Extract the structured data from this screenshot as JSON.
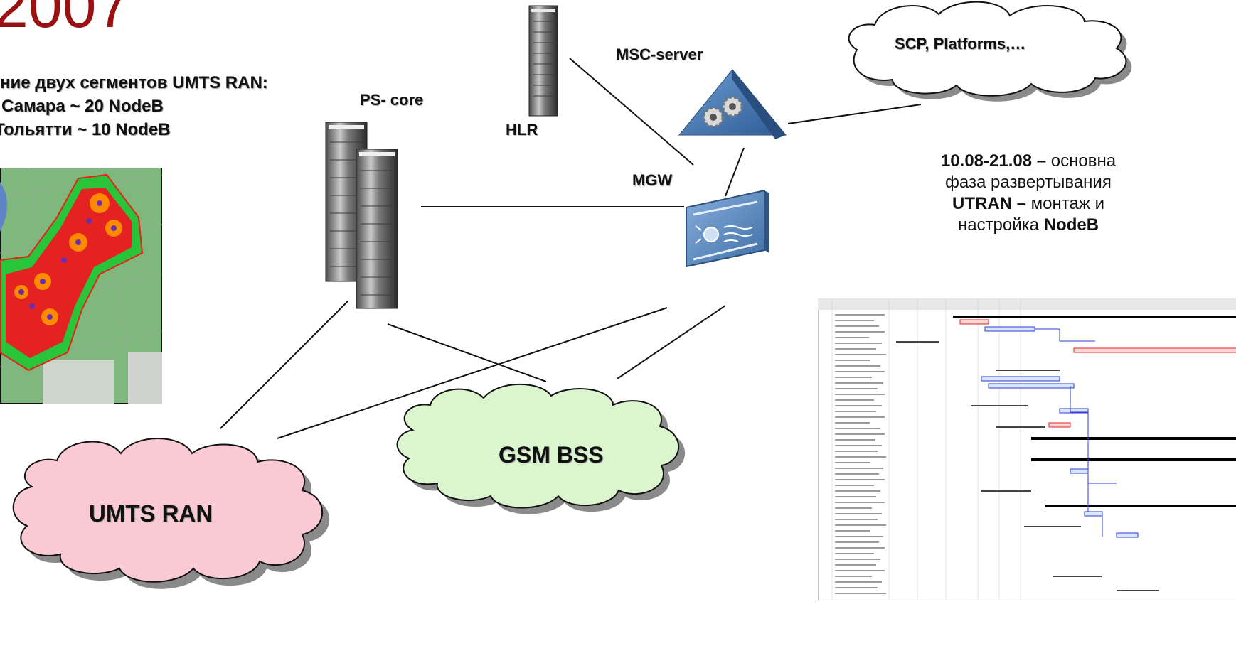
{
  "title": "2007",
  "info": {
    "line1": "ние двух сегментов UMTS RAN:",
    "line2": "Самара ~ 20 NodeB",
    "line3": "Тольятти ~ 10 NodeB"
  },
  "nodes": {
    "ps_core": "PS- core",
    "hlr": "HLR",
    "msc_server": "MSC-server",
    "mgw": "MGW"
  },
  "clouds": {
    "scp": "SCP, Platforms,…",
    "gsm_bss": "GSM BSS",
    "umts_ran": "UMTS RAN"
  },
  "phase": {
    "dates": "10.08-21.08 –",
    "word1": " основна",
    "line2": "фаза развертывания",
    "utran": "UTRAN –",
    "word3": " монтаж и",
    "line4a": "настройка ",
    "line4b": "NodeB"
  },
  "colors": {
    "title": "#9b1010",
    "umts_cloud": "#f9c9d4",
    "gsm_cloud": "#dbf5cf",
    "scp_cloud": "#ffffff",
    "msc_triangle": "#3c6fa8",
    "mgw_device": "#5d8dc4",
    "coverage_red": "#e52222",
    "coverage_green": "#31c92e"
  },
  "icons": [
    "server-rack-icon",
    "gears-triangle-icon",
    "media-gateway-icon",
    "coverage-map-image",
    "gantt-chart-image"
  ]
}
